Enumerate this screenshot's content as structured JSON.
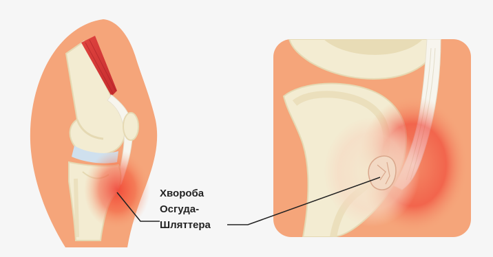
{
  "label": {
    "lines": [
      "Хвороба",
      "Осгуда-",
      "Шляттера"
    ]
  },
  "colors": {
    "background": "#f6f6f6",
    "skin": "#f5a57a",
    "bone": "#f3ecd2",
    "bone_outline": "#e5d9b3",
    "bone_inner": "#e8dcb6",
    "cartilage": "#cfe0ee",
    "muscle": "#d93a3a",
    "tendon": "#f7f5ee",
    "inflammation": "#f03a2e",
    "pointer_line": "#222222",
    "text": "#222222"
  }
}
